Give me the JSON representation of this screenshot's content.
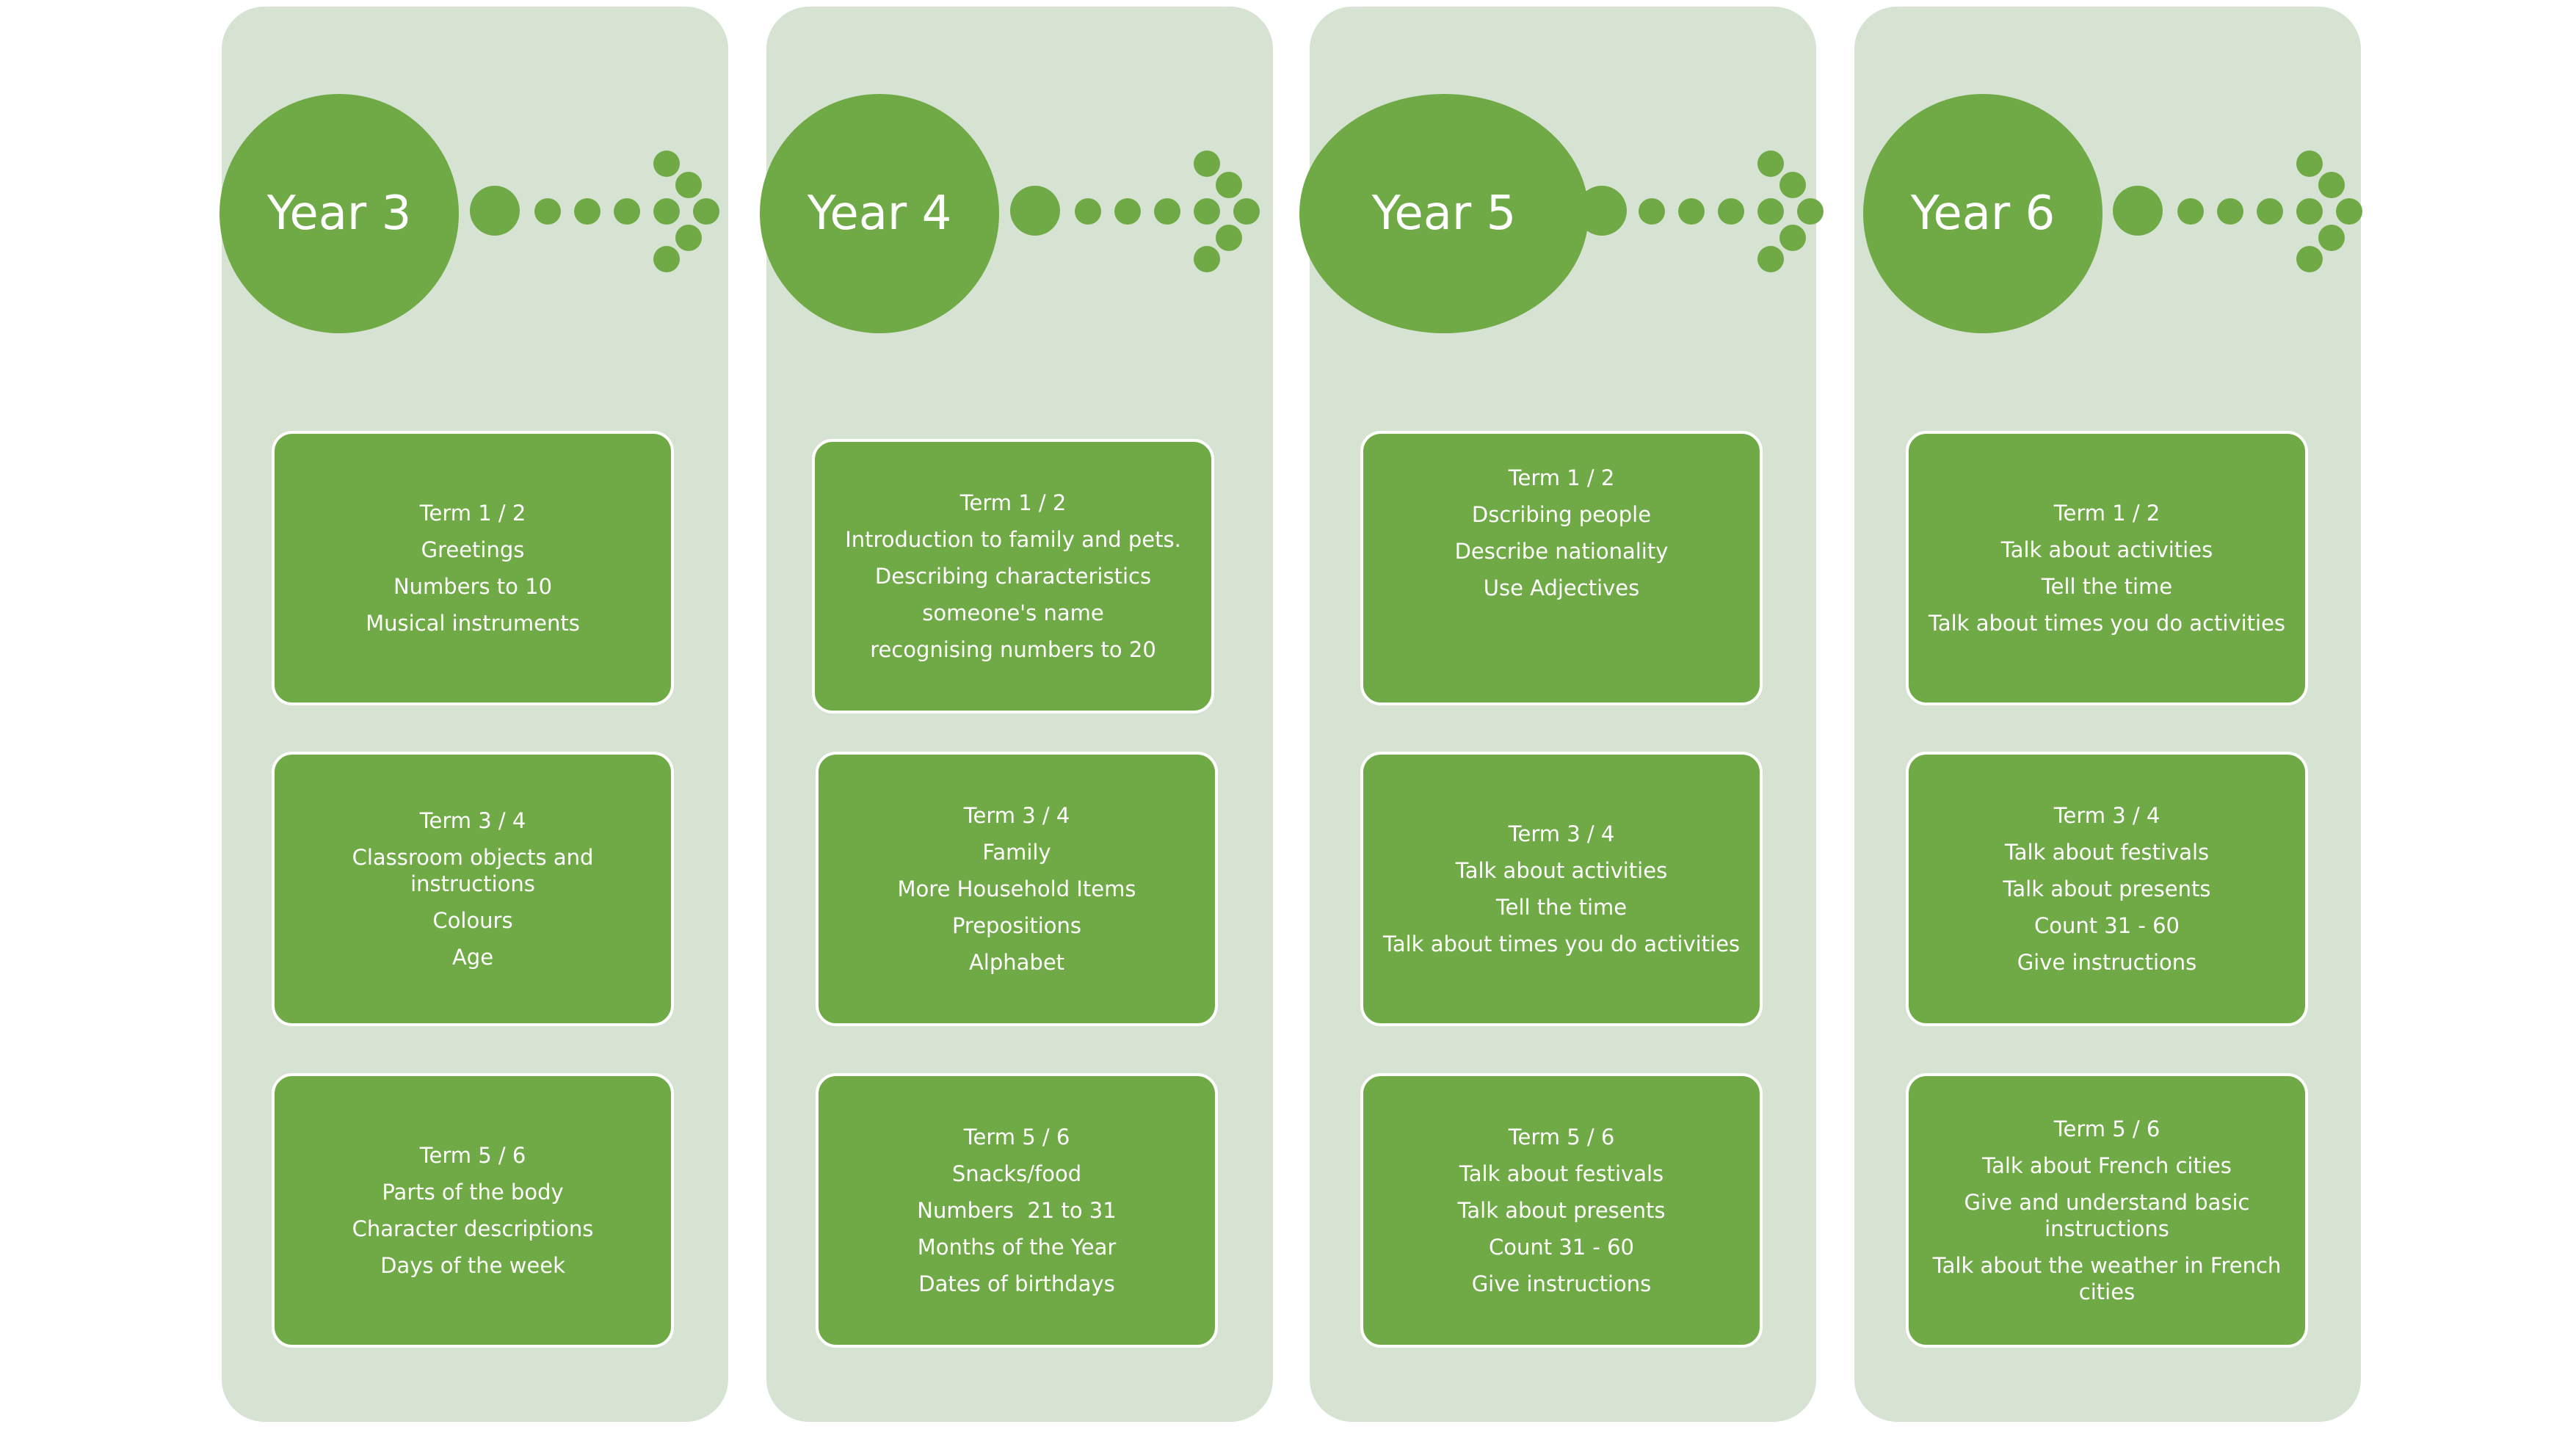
{
  "years": [
    {
      "title": "Year 3",
      "cards": [
        {
          "lines": [
            "Term 1 / 2",
            "Greetings",
            "Numbers to 10",
            "Musical instruments"
          ]
        },
        {
          "lines": [
            "Term 3 / 4",
            "Classroom objects and instructions",
            "Colours",
            "Age"
          ]
        },
        {
          "lines": [
            "Term 5 / 6",
            "Parts of the body",
            "Character descriptions",
            "Days of the week"
          ]
        }
      ]
    },
    {
      "title": "Year 4",
      "cards": [
        {
          "lines": [
            "Term 1 / 2",
            "Introduction to family and pets.",
            "Describing characteristics",
            "someone's name",
            "recognising numbers to 20"
          ]
        },
        {
          "lines": [
            "Term 3 / 4",
            "Family",
            "More Household Items",
            "Prepositions",
            "Alphabet"
          ]
        },
        {
          "lines": [
            "Term 5 / 6",
            "Snacks/food",
            "Numbers  21 to 31",
            "Months of the Year",
            "Dates of birthdays"
          ]
        }
      ]
    },
    {
      "title": "Year 5",
      "cards": [
        {
          "lines": [
            "Term 1 / 2",
            "Dscribing people",
            "Describe nationality",
            "Use Adjectives"
          ]
        },
        {
          "lines": [
            "Term 3 / 4",
            "Talk about activities",
            "Tell the time",
            "Talk about times you do activities"
          ]
        },
        {
          "lines": [
            "Term 5 / 6",
            "Talk about festivals",
            "Talk about presents",
            "Count 31 - 60",
            "Give instructions"
          ]
        }
      ]
    },
    {
      "title": "Year 6",
      "cards": [
        {
          "lines": [
            "Term 1 / 2",
            "Talk about activities",
            "Tell the time",
            "Talk about times you do activities"
          ]
        },
        {
          "lines": [
            "Term 3 / 4",
            "Talk about festivals",
            "Talk about presents",
            "Count 31 - 60",
            "Give instructions"
          ]
        },
        {
          "lines": [
            "Term 5 / 6",
            "Talk about French cities",
            "Give and understand basic instructions",
            "Talk about the weather in French cities"
          ]
        }
      ]
    }
  ],
  "colors": {
    "accent": "#6faa46",
    "panel": "#d6e3d3",
    "text": "#ffffff"
  }
}
